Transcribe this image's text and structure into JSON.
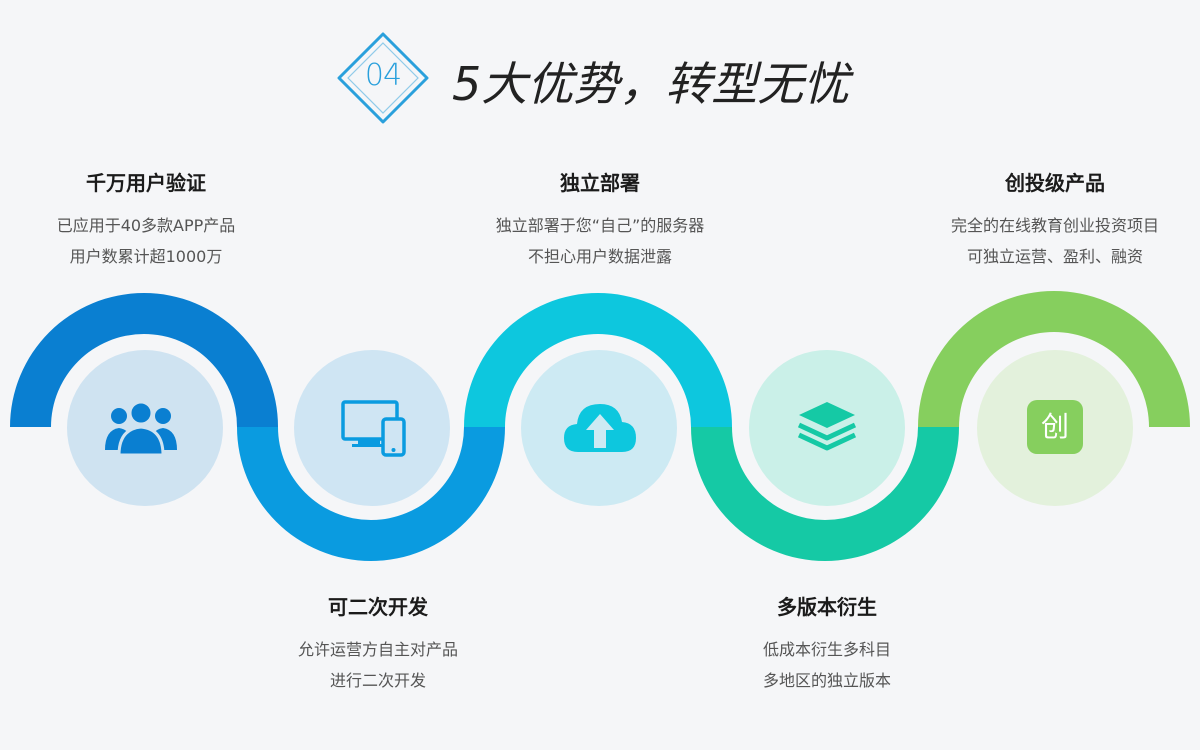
{
  "header": {
    "number": "04",
    "title": "5大优势，转型无忧"
  },
  "features": [
    {
      "title": "千万用户验证",
      "line1": "已应用于40多款APP产品",
      "line2": "用户数累计超1000万",
      "icon": "users-icon",
      "color": "#0a7fd1"
    },
    {
      "title": "可二次开发",
      "line1": "允许运营方自主对产品",
      "line2": "进行二次开发",
      "icon": "devices-icon",
      "color": "#0a9be0"
    },
    {
      "title": "独立部署",
      "line1": "独立部署于您“自己”的服务器",
      "line2": "不担心用户数据泄露",
      "icon": "cloud-upload-icon",
      "color": "#0dc7de"
    },
    {
      "title": "多版本衍生",
      "line1": "低成本衍生多科目",
      "line2": "多地区的独立版本",
      "icon": "layers-icon",
      "color": "#15c9a5"
    },
    {
      "title": "创投级产品",
      "line1": "完全的在线教育创业投资项目",
      "line2": "可独立运营、盈利、融资",
      "icon": "chuang-icon",
      "icon_char": "创",
      "color": "#86cf5e"
    }
  ]
}
